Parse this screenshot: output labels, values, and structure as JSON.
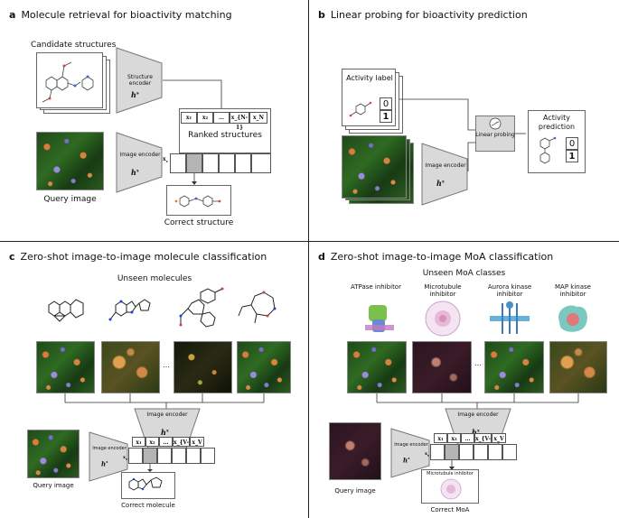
{
  "panel_a": {
    "letter": "a",
    "title": "Molecule retrieval for bioactivity matching",
    "candidate_label": "Candidate structures",
    "structure_encoder": "Structure encoder",
    "structure_encoder_symbol": "h",
    "structure_encoder_sup": "s",
    "image_encoder": "Image encoder",
    "image_encoder_symbol": "h",
    "image_encoder_sup": "x",
    "query_label": "Query image",
    "xv_label": "x",
    "xv_sub": "v",
    "ranked_cells": [
      "x₁",
      "x₂",
      "…",
      "x_{N-1}",
      "x_N"
    ],
    "ranked_label": "Ranked structures",
    "correct_label": "Correct structure"
  },
  "panel_b": {
    "letter": "b",
    "title": "Linear probing for bioactivity prediction",
    "activity_label": "Activity label",
    "label_0": "0",
    "label_1": "1",
    "image_encoder": "Image encoder",
    "image_encoder_symbol": "h",
    "image_encoder_sup": "x",
    "linear_probing": "Linear probing",
    "prediction_label": "Activity prediction",
    "pred_0": "0",
    "pred_1": "1"
  },
  "panel_c": {
    "letter": "c",
    "title": "Zero-shot image-to-image molecule classification",
    "unseen_label": "Unseen molecules",
    "ellipsis": "…",
    "image_encoder": "Image encoder",
    "image_encoder_symbol": "h",
    "image_encoder_sup": "x",
    "query_encoder": "Image encoder",
    "query_label": "Query image",
    "xv_label": "x",
    "xv_sub": "v",
    "cells": [
      "x₁",
      "x₂",
      "…",
      "x_{V-1}",
      "x_V"
    ],
    "correct_label": "Correct molecule"
  },
  "panel_d": {
    "letter": "d",
    "title": "Zero-shot image-to-image MoA classification",
    "unseen_label": "Unseen MoA classes",
    "classes": [
      "ATPase inhibitor",
      "Microtubule inhibitor",
      "Aurora kinase inhibitor",
      "MAP kinase inhibitor"
    ],
    "ellipsis": "…",
    "image_encoder": "Image encoder",
    "image_encoder_symbol": "h",
    "image_encoder_sup": "x",
    "query_encoder": "Image encoder",
    "query_label": "Query image",
    "xv_label": "x",
    "xv_sub": "v",
    "cells": [
      "x₁",
      "x₂",
      "…",
      "x_{V-1}",
      "x_V"
    ],
    "result_box_label": "Microtubule inhibitor",
    "correct_label": "Correct MoA"
  }
}
